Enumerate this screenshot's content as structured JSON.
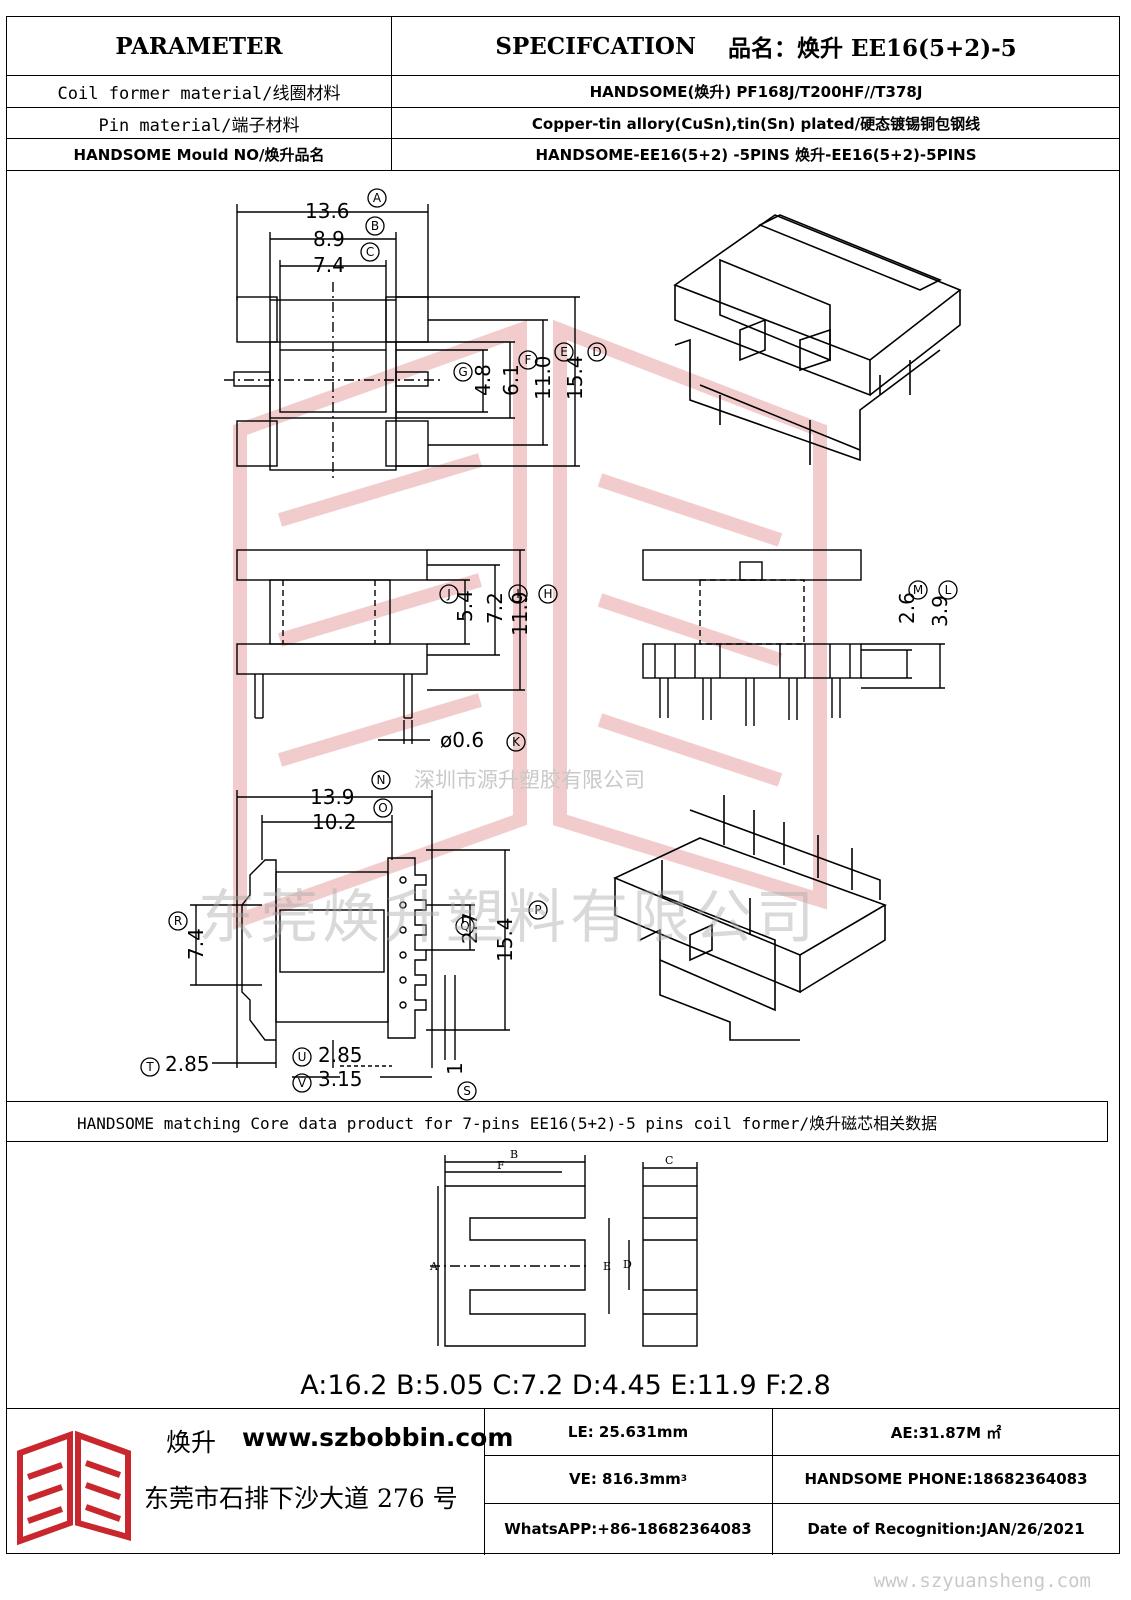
{
  "header": {
    "parameter_label": "PARAMETER",
    "specification_label": "SPECIFCATION",
    "product_name": "品名：焕升 EE16(5+2)-5"
  },
  "rows": [
    {
      "label": "Coil former material/线圈材料",
      "value": "HANDSOME(焕升)   PF168J/T200HF//T378J"
    },
    {
      "label": "Pin material/端子材料",
      "value": "Copper-tin allory(CuSn),tin(Sn) plated/硬态镀锡铜包钢线"
    },
    {
      "label": "HANDSOME Mould NO/焕升品名",
      "value": "HANDSOME-EE16(5+2) -5PINS   焕升-EE16(5+2)-5PINS"
    }
  ],
  "drawing": {
    "top_view": [
      {
        "letter": "A",
        "value": "13.6"
      },
      {
        "letter": "B",
        "value": "8.9"
      },
      {
        "letter": "C",
        "value": "7.4"
      },
      {
        "letter": "D",
        "value": "15.4"
      },
      {
        "letter": "E",
        "value": "11.0"
      },
      {
        "letter": "F",
        "value": "6.1"
      },
      {
        "letter": "G",
        "value": "4.8"
      }
    ],
    "side_view": [
      {
        "letter": "H",
        "value": "11.9"
      },
      {
        "letter": "I",
        "value": "7.2"
      },
      {
        "letter": "J",
        "value": "5.4"
      },
      {
        "letter": "K",
        "value": "ø0.6"
      }
    ],
    "front_view": [
      {
        "letter": "L",
        "value": "3.9"
      },
      {
        "letter": "M",
        "value": "2.6"
      }
    ],
    "bottom_view": [
      {
        "letter": "N",
        "value": "13.9"
      },
      {
        "letter": "O",
        "value": "10.2"
      },
      {
        "letter": "P",
        "value": "15.4"
      },
      {
        "letter": "Q",
        "value": "2.7"
      },
      {
        "letter": "R",
        "value": "7.4"
      },
      {
        "letter": "S",
        "value": "1"
      },
      {
        "letter": "T",
        "value": "2.85"
      },
      {
        "letter": "U",
        "value": "2.85"
      },
      {
        "letter": "V",
        "value": "3.15"
      }
    ],
    "core_letters": [
      "A",
      "B",
      "C",
      "D",
      "E",
      "F"
    ]
  },
  "watermarks": {
    "shenzhen": "深圳市源升塑胶有限公司",
    "dongguan": "东莞焕升塑料有限公司",
    "website": "www.szyuansheng.com"
  },
  "core_section": {
    "title": "HANDSOME matching Core data  product for 7-pins EE16(5+2)-5 pins coil former/焕升磁芯相关数据",
    "dimensions": "A:16.2 B:5.05 C:7.2 D:4.45 E:11.9 F:2.8"
  },
  "footer": {
    "brand_name": "焕升",
    "website": "www.szbobbin.com",
    "address": "东莞市石排下沙大道 276 号",
    "le": "LE: 25.631mm",
    "ae": "AE:31.87M ㎡",
    "ve_prefix": "VE: 816.3mm",
    "ve_sup": "3",
    "phone": "HANDSOME PHONE:18682364083",
    "whatsapp": "WhatsAPP:+86-18682364083",
    "date": "Date of Recognition:JAN/26/2021"
  },
  "colors": {
    "line": "#000000",
    "logo_red": "#c8282d",
    "watermark_red": "#e8a4a4"
  }
}
